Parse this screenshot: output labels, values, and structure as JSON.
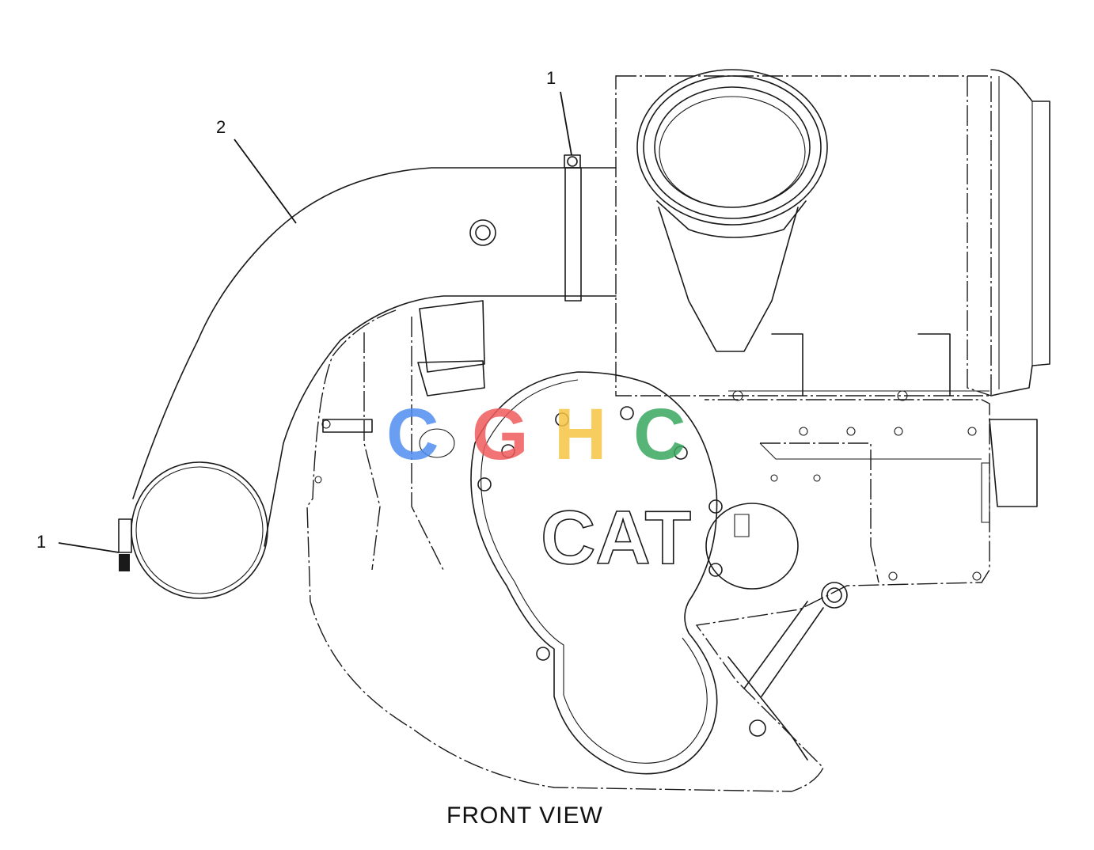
{
  "callouts": [
    {
      "label": "1"
    },
    {
      "label": "2"
    },
    {
      "label": "1"
    }
  ],
  "caption": "FRONT VIEW",
  "engine_badge": "CAT",
  "watermark": {
    "text": "CGHC",
    "colors": [
      "#4f8ef0",
      "#ef5b5b",
      "#f5c542",
      "#3aa860"
    ]
  },
  "icons": [
    "hose-clamp-icon",
    "air-inlet-hose-icon",
    "air-cleaner-housing-icon"
  ]
}
